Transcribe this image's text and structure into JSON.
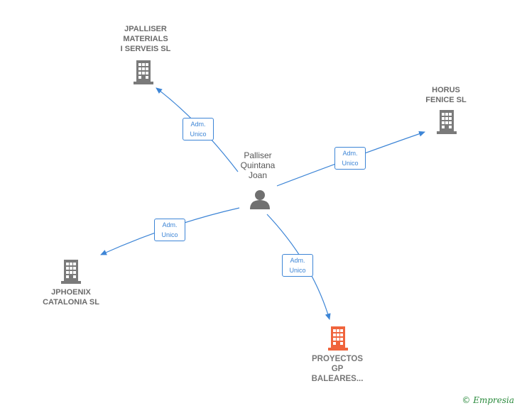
{
  "person": {
    "name": "Palliser\nQuintana\nJoan",
    "icon": "person-icon"
  },
  "companies": [
    {
      "id": "jpalliser",
      "name": "JPALLISER\nMATERIALS\nI SERVEIS  SL",
      "icon": "building-icon",
      "color": "#7a7a7a",
      "relation": "Adm.\nUnico"
    },
    {
      "id": "horus",
      "name": "HORUS\nFENICE SL",
      "icon": "building-icon",
      "color": "#7a7a7a",
      "relation": "Adm.\nUnico"
    },
    {
      "id": "jphoenix",
      "name": "JPHOENIX\nCATALONIA  SL",
      "icon": "building-icon",
      "color": "#7a7a7a",
      "relation": "Adm.\nUnico"
    },
    {
      "id": "proyectos",
      "name": "PROYECTOS\nGP\nBALEARES...",
      "icon": "building-icon",
      "color": "#f0643c",
      "relation": "Adm.\nUnico"
    }
  ],
  "colors": {
    "edge": "#3d85d6",
    "person": "#707070"
  },
  "watermark": {
    "symbol": "©",
    "brand": "Empresia"
  }
}
